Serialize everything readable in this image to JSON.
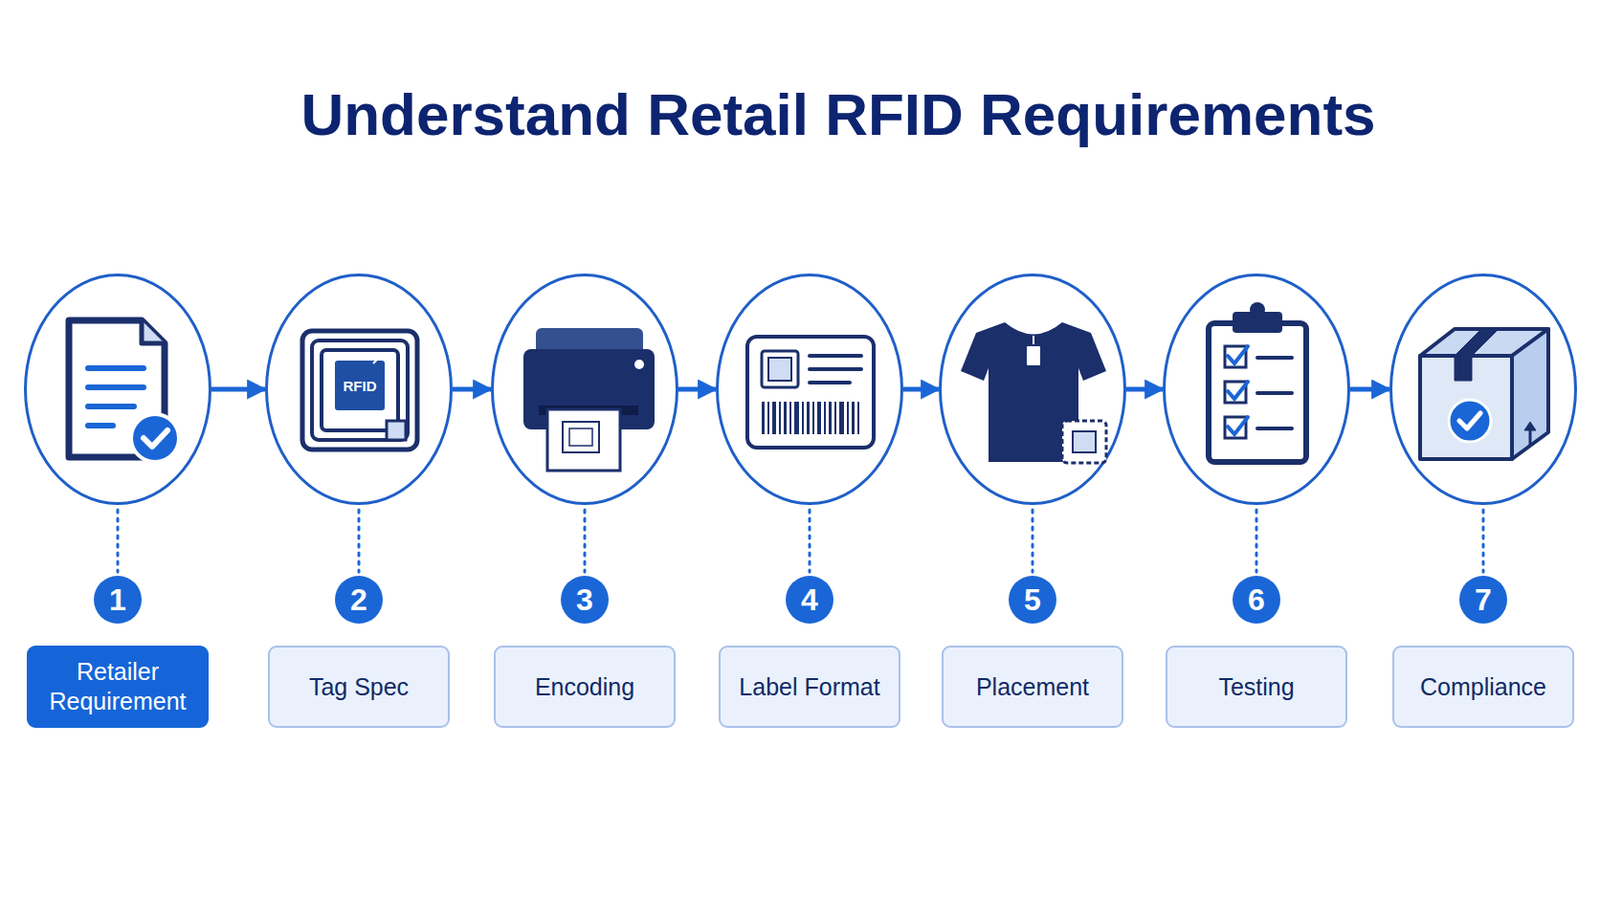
{
  "diagram": {
    "title": "Understand Retail RFID Requirements",
    "nodes": [
      {
        "text": [
          "1",
          "Retailer Requirement"
        ]
      },
      {
        "text": [
          "2",
          "Tag Spec"
        ]
      },
      {
        "text": [
          "3",
          "Encoding"
        ]
      },
      {
        "text": [
          "4",
          "Label Format"
        ]
      },
      {
        "text": [
          "5",
          "Placement"
        ]
      },
      {
        "text": [
          "6",
          "Testing"
        ]
      },
      {
        "text": [
          "7",
          "Compliance"
        ]
      }
    ],
    "edges": [
      {
        "from": 0,
        "to": 1,
        "arrow": "to"
      },
      {
        "from": 1,
        "to": 2,
        "arrow": "to"
      },
      {
        "from": 2,
        "to": 3,
        "arrow": "to"
      },
      {
        "from": 3,
        "to": 4,
        "arrow": "to"
      },
      {
        "from": 4,
        "to": 5,
        "arrow": "to"
      },
      {
        "from": 5,
        "to": 6,
        "arrow": "to"
      }
    ],
    "labels": [
      "RFID"
    ]
  }
}
